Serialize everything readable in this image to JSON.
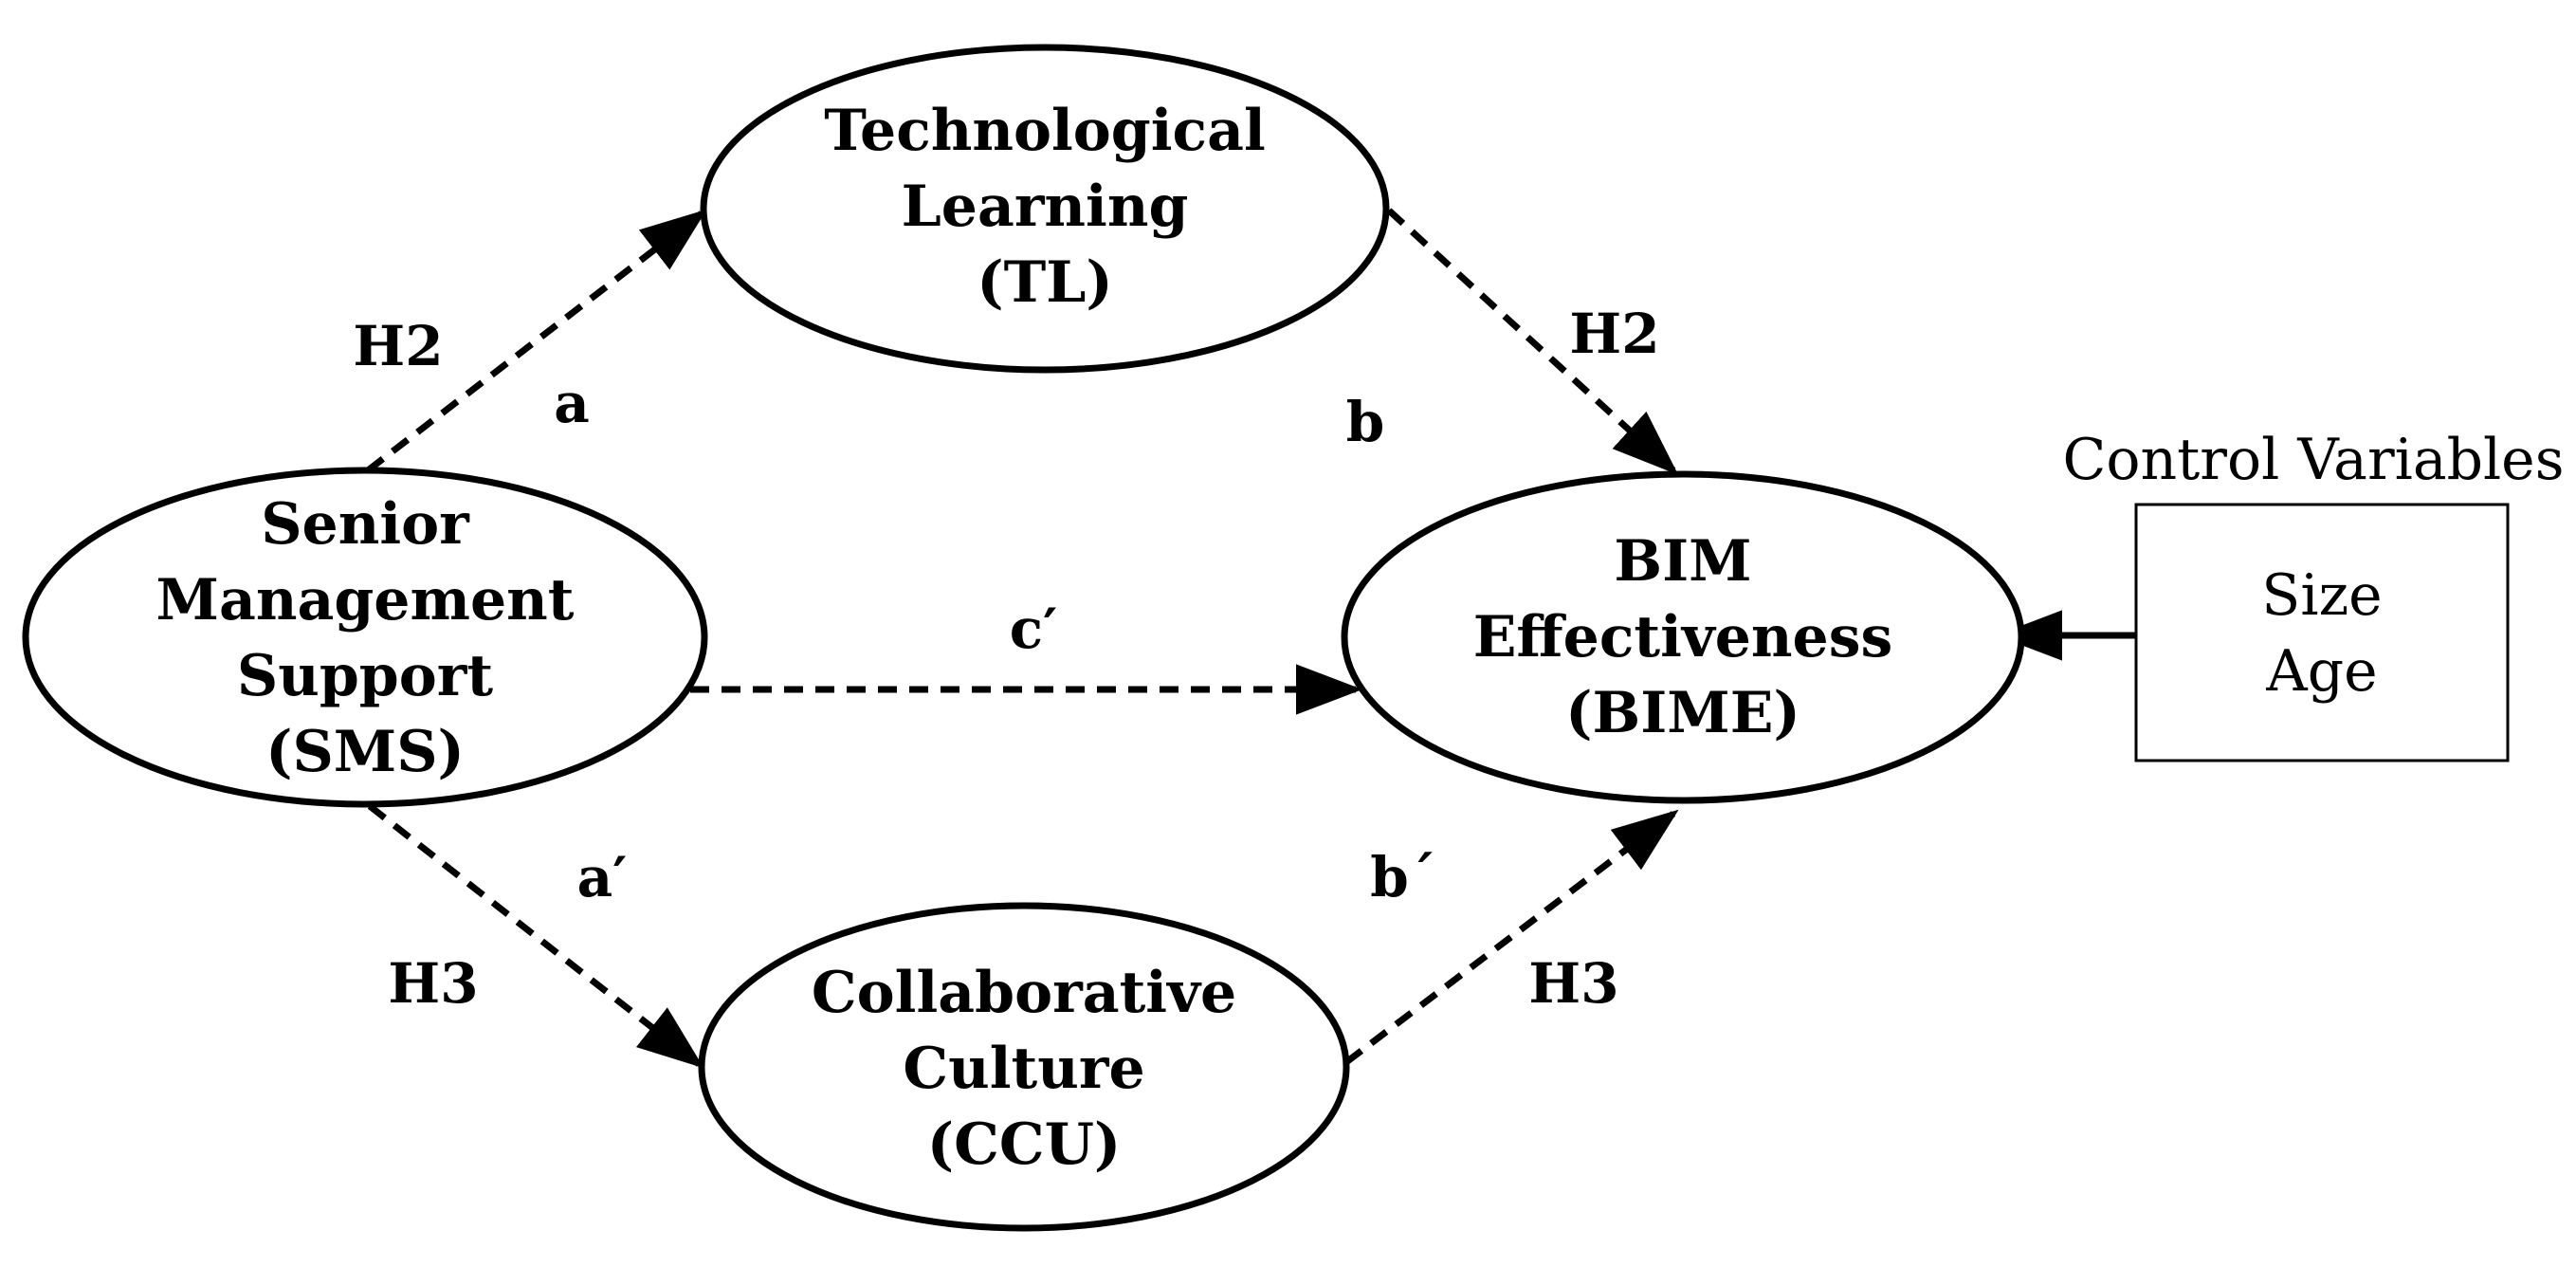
{
  "nodes": {
    "tl": {
      "lines": [
        "Technological",
        "Learning",
        "(TL)"
      ]
    },
    "sms": {
      "lines": [
        "Senior",
        "Management",
        "Support",
        "(SMS)"
      ]
    },
    "bime": {
      "lines": [
        "BIM",
        "Effectiveness",
        "(BIME)"
      ]
    },
    "ccu": {
      "lines": [
        "Collaborative",
        "Culture",
        "(CCU)"
      ]
    }
  },
  "control": {
    "title": "Control Variables",
    "items": [
      "Size",
      "Age"
    ]
  },
  "paths": {
    "a": {
      "label": "a",
      "hypothesis": "H2"
    },
    "b": {
      "label": "b",
      "hypothesis": "H2"
    },
    "c_prime": {
      "label": "c′"
    },
    "a_prime": {
      "label": "a′",
      "hypothesis": "H3"
    },
    "b_prime": {
      "label": "b´",
      "hypothesis": "H3"
    }
  },
  "colors": {
    "stroke": "#000000",
    "background": "#ffffff"
  }
}
